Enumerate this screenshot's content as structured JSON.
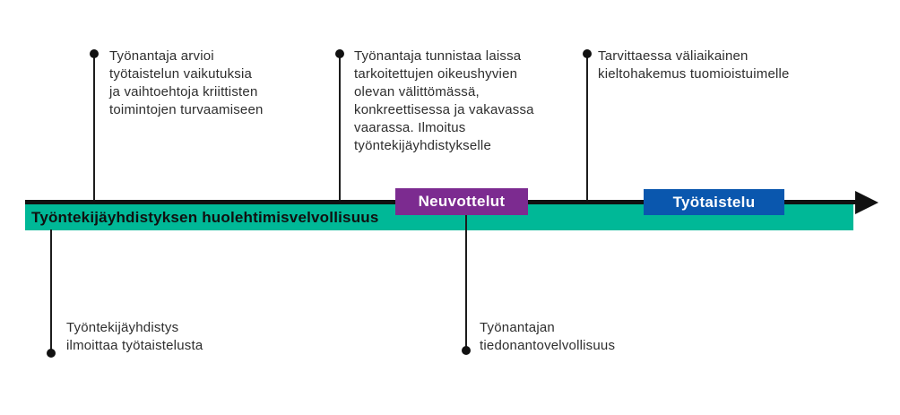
{
  "colors": {
    "teal_bar": "#00b897",
    "purple_phase": "#7c2b90",
    "blue_phase": "#0a57ae",
    "line": "#111111",
    "text": "#2e2e2e"
  },
  "timeline": {
    "bar_label": "Työntekijäyhdistyksen huolehtimisvelvollisuus",
    "phases": [
      {
        "label": "Neuvottelut"
      },
      {
        "label": "Työtaistelu"
      }
    ]
  },
  "annotations_top": [
    {
      "text": "Työnantaja arvioi\ntyötaistelun vaikutuksia\nja vaihtoehtoja kriittisten\ntoimintojen turvaamiseen"
    },
    {
      "text": "Työnantaja tunnistaa laissa\ntarkoitettujen oikeushyvien\nolevan välittömässä,\nkonkreettisessa ja vakavassa\nvaarassa. Ilmoitus\ntyöntekijäyhdistykselle"
    },
    {
      "text": "Tarvittaessa väliaikainen\nkieltohakemus tuomioistuimelle"
    }
  ],
  "annotations_bottom": [
    {
      "text": "Työntekijäyhdistys\nilmoittaa työtaistelusta"
    },
    {
      "text": "Työnantajan\ntiedonantovelvollisuus"
    }
  ]
}
